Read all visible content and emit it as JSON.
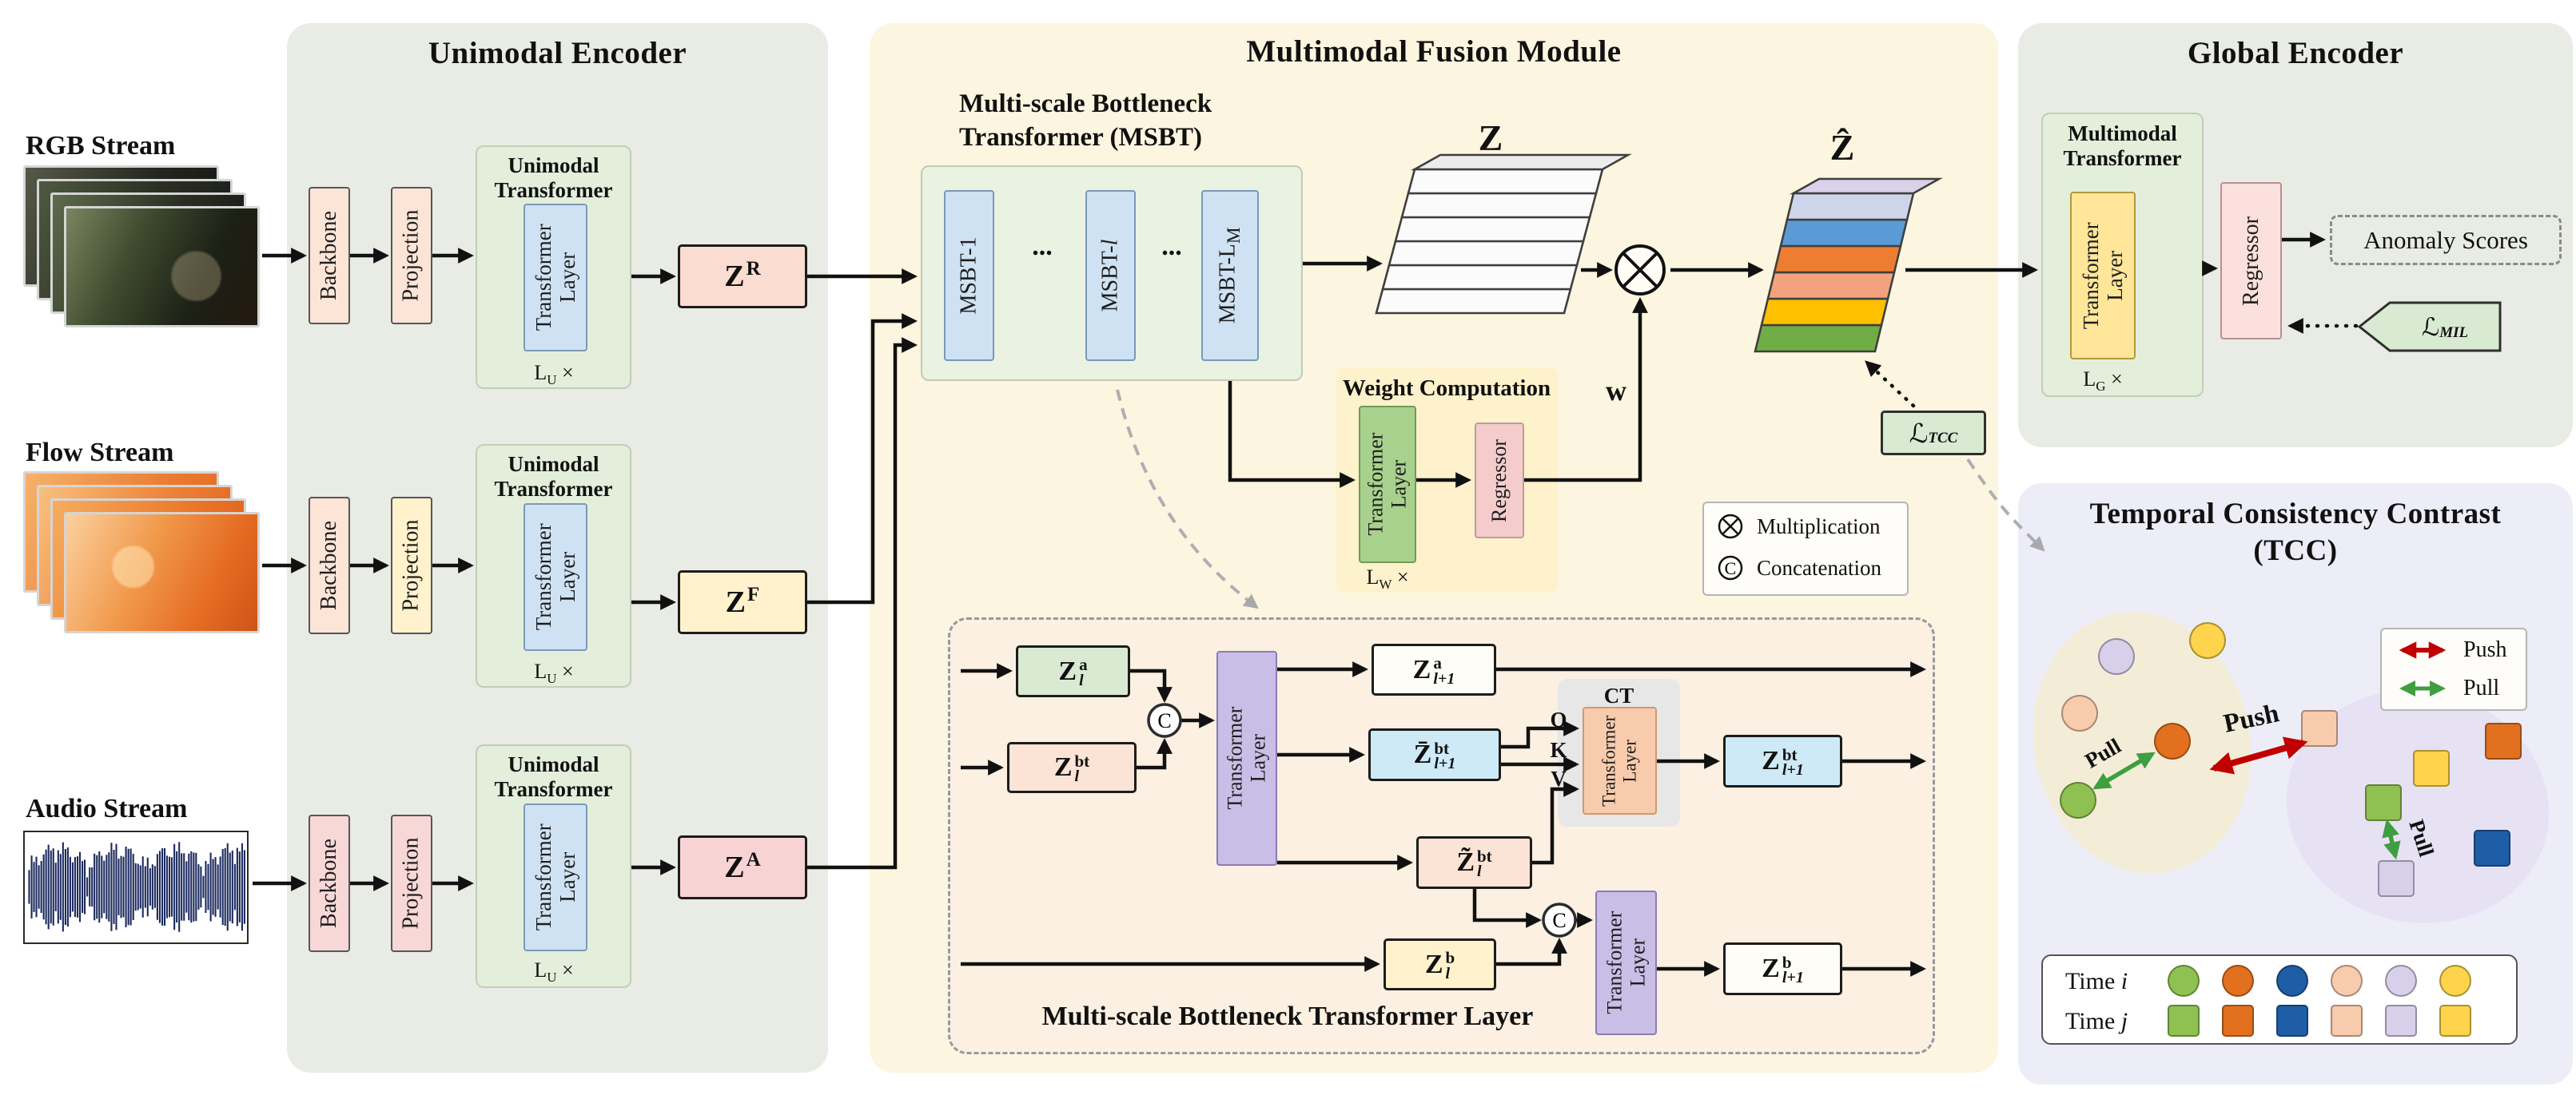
{
  "unimodal": {
    "title": "Unimodal Encoder",
    "streams": [
      {
        "label": "RGB Stream"
      },
      {
        "label": "Flow Stream"
      },
      {
        "label": "Audio Stream"
      }
    ],
    "backbone_label": "Backbone",
    "projection_label": "Projection",
    "transformer_title": "Unimodal Transformer",
    "transformer_layer": "Transformer Layer",
    "repeat": {
      "base": "L",
      "sub": "U",
      "times": "×"
    },
    "outputs": [
      {
        "base": "Z",
        "sup": "R"
      },
      {
        "base": "Z",
        "sup": "F"
      },
      {
        "base": "Z",
        "sup": "A"
      }
    ]
  },
  "fusion": {
    "title": "Multimodal Fusion Module",
    "msbt": {
      "title_line1": "Multi-scale Bottleneck",
      "title_line2": "Transformer (MSBT)",
      "block1": "MSBT-1",
      "block2_prefix": "MSBT-",
      "block2_var": "l",
      "block3_prefix": "MSBT-",
      "block3_base": "L",
      "block3_sub": "M",
      "dots": "..."
    },
    "z": {
      "label": "Z",
      "layer_fill": "#fbfbfb",
      "top_fill": "#ececec"
    },
    "weight": {
      "title": "Weight Computation",
      "transformer_layer": "Transformer Layer",
      "regressor": "Regressor",
      "repeat": {
        "base": "L",
        "sub": "W",
        "times": "×"
      },
      "output_label": "w"
    },
    "zhat": {
      "label": "Ẑ",
      "top_fill": "#d9d2e9",
      "layer_fills": [
        "#70ad47",
        "#ffc000",
        "#f2a37d",
        "#ed7d31",
        "#5b9bd5",
        "#ccd5ea"
      ]
    },
    "loss_tcc": {
      "base": "ℒ",
      "sub": "TCC"
    },
    "legend": {
      "multiply": "Multiplication",
      "concat": "Concatenation",
      "concat_symbol": "C"
    },
    "detail": {
      "caption": "Multi-scale Bottleneck Transformer Layer",
      "transformer_layer": "Transformer Layer",
      "ct_label": "CT",
      "q": "Q",
      "k": "K",
      "v": "V",
      "nodes": {
        "za_l": {
          "base": "Z",
          "sup": "a",
          "sub": "l"
        },
        "zbt_l": {
          "base": "Z",
          "sup": "bt",
          "sub": "l"
        },
        "za_l1": {
          "base": "Z",
          "sup": "a",
          "sub": "l+1"
        },
        "zbar_l1": {
          "base": "Z̄",
          "sup": "bt",
          "sub": "l+1"
        },
        "zbt_l1": {
          "base": "Z",
          "sup": "bt",
          "sub": "l+1"
        },
        "ztilde_l": {
          "base": "Z̃",
          "sup": "bt",
          "sub": "l"
        },
        "zb_l": {
          "base": "Z",
          "sup": "b",
          "sub": "l"
        },
        "zb_l1": {
          "base": "Z",
          "sup": "b",
          "sub": "l+1"
        }
      }
    }
  },
  "global_encoder": {
    "title": "Global Encoder",
    "transformer_title": "Multimodal Transformer",
    "transformer_layer": "Transformer Layer",
    "repeat": {
      "base": "L",
      "sub": "G",
      "times": "×"
    },
    "regressor": "Regressor",
    "anomaly_scores": "Anomaly Scores",
    "loss_mil": {
      "base": "ℒ",
      "sub": "MIL"
    }
  },
  "tcc": {
    "title_line1": "Temporal Consistency Contrast",
    "title_line2": "(TCC)",
    "push_label": "Push",
    "pull_label": "Pull",
    "time_rows": [
      {
        "label": "Time",
        "var": "i"
      },
      {
        "label": "Time",
        "var": "j"
      }
    ],
    "palette": [
      "#8fc152",
      "#e2701f",
      "#1f5ea6",
      "#f8cbad",
      "#d8d0ea",
      "#fdd44c"
    ],
    "push_color": "#c00000",
    "pull_color": "#3f9e3f",
    "cluster_bg_i": "#f3edd8",
    "cluster_bg_j": "#e6e1f3"
  }
}
